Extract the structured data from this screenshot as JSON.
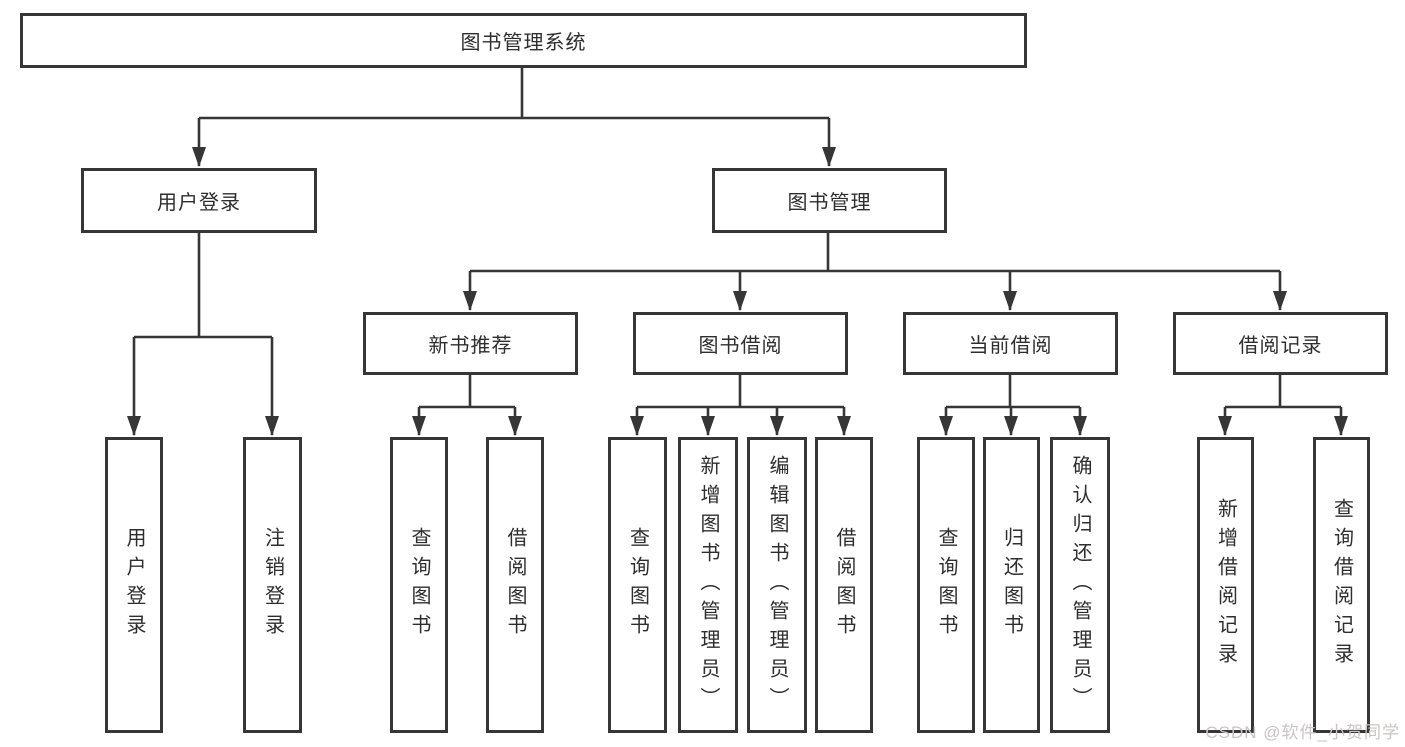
{
  "diagram_type": "hierarchy-tree",
  "colors": {
    "background": "#ffffff",
    "line": "#363636",
    "text": "#2e2e2e",
    "watermark": "#cbc4c4"
  },
  "watermark": "CSDN @软件_小贺同学",
  "tree": {
    "label": "图书管理系统",
    "children": [
      {
        "label": "用户登录",
        "children": [
          {
            "label": "用户登录"
          },
          {
            "label": "注销登录"
          }
        ]
      },
      {
        "label": "图书管理",
        "children": [
          {
            "label": "新书推荐",
            "children": [
              {
                "label": "查询图书"
              },
              {
                "label": "借阅图书"
              }
            ]
          },
          {
            "label": "图书借阅",
            "children": [
              {
                "label": "查询图书"
              },
              {
                "label": "新增图书（管理员）"
              },
              {
                "label": "编辑图书（管理员）"
              },
              {
                "label": "借阅图书"
              }
            ]
          },
          {
            "label": "当前借阅",
            "children": [
              {
                "label": "查询图书"
              },
              {
                "label": "归还图书"
              },
              {
                "label": "确认归还（管理员）"
              }
            ]
          },
          {
            "label": "借阅记录",
            "children": [
              {
                "label": "新增借阅记录"
              },
              {
                "label": "查询借阅记录"
              }
            ]
          }
        ]
      }
    ]
  }
}
